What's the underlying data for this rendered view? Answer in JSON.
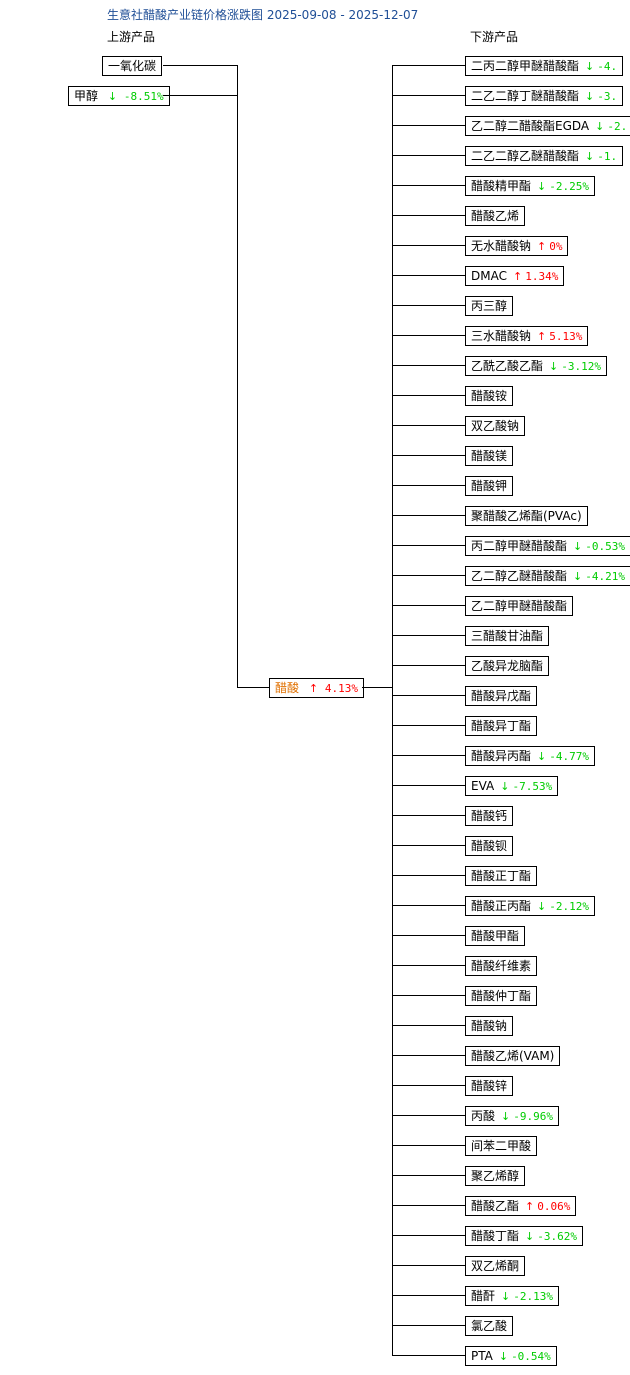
{
  "title": "生意社醋酸产业链价格涨跌图 2025-09-08 - 2025-12-07",
  "upstream_label": "上游产品",
  "downstream_label": "下游产品",
  "hub": {
    "name": "醋酸",
    "dir": "up",
    "change": "4.13%"
  },
  "upstream": [
    {
      "name": "一氧化碳",
      "dir": "",
      "change": ""
    },
    {
      "name": "甲醇",
      "dir": "down",
      "change": "-8.51%"
    }
  ],
  "downstream": [
    {
      "name": "二丙二醇甲醚醋酸酯",
      "dir": "down",
      "change": "-4."
    },
    {
      "name": "二乙二醇丁醚醋酸酯",
      "dir": "down",
      "change": "-3."
    },
    {
      "name": "乙二醇二醋酸酯EGDA",
      "dir": "down",
      "change": "-2."
    },
    {
      "name": "二乙二醇乙醚醋酸酯",
      "dir": "down",
      "change": "-1."
    },
    {
      "name": "醋酸精甲酯",
      "dir": "down",
      "change": "-2.25%"
    },
    {
      "name": "醋酸乙烯",
      "dir": "",
      "change": ""
    },
    {
      "name": "无水醋酸钠",
      "dir": "up",
      "change": "0%"
    },
    {
      "name": "DMAC",
      "dir": "up",
      "change": "1.34%"
    },
    {
      "name": "丙三醇",
      "dir": "",
      "change": ""
    },
    {
      "name": "三水醋酸钠",
      "dir": "up",
      "change": "5.13%"
    },
    {
      "name": "乙酰乙酸乙酯",
      "dir": "down",
      "change": "-3.12%"
    },
    {
      "name": "醋酸铵",
      "dir": "",
      "change": ""
    },
    {
      "name": "双乙酸钠",
      "dir": "",
      "change": ""
    },
    {
      "name": "醋酸镁",
      "dir": "",
      "change": ""
    },
    {
      "name": "醋酸钾",
      "dir": "",
      "change": ""
    },
    {
      "name": "聚醋酸乙烯酯(PVAc)",
      "dir": "",
      "change": ""
    },
    {
      "name": "丙二醇甲醚醋酸酯",
      "dir": "down",
      "change": "-0.53%"
    },
    {
      "name": "乙二醇乙醚醋酸酯",
      "dir": "down",
      "change": "-4.21%"
    },
    {
      "name": "乙二醇甲醚醋酸酯",
      "dir": "",
      "change": ""
    },
    {
      "name": "三醋酸甘油酯",
      "dir": "",
      "change": ""
    },
    {
      "name": "乙酸异龙脑酯",
      "dir": "",
      "change": ""
    },
    {
      "name": "醋酸异戊酯",
      "dir": "",
      "change": ""
    },
    {
      "name": "醋酸异丁酯",
      "dir": "",
      "change": ""
    },
    {
      "name": "醋酸异丙酯",
      "dir": "down",
      "change": "-4.77%"
    },
    {
      "name": "EVA",
      "dir": "down",
      "change": "-7.53%"
    },
    {
      "name": "醋酸钙",
      "dir": "",
      "change": ""
    },
    {
      "name": "醋酸钡",
      "dir": "",
      "change": ""
    },
    {
      "name": "醋酸正丁酯",
      "dir": "",
      "change": ""
    },
    {
      "name": "醋酸正丙酯",
      "dir": "down",
      "change": "-2.12%"
    },
    {
      "name": "醋酸甲酯",
      "dir": "",
      "change": ""
    },
    {
      "name": "醋酸纤维素",
      "dir": "",
      "change": ""
    },
    {
      "name": "醋酸仲丁酯",
      "dir": "",
      "change": ""
    },
    {
      "name": "醋酸钠",
      "dir": "",
      "change": ""
    },
    {
      "name": "醋酸乙烯(VAM)",
      "dir": "",
      "change": ""
    },
    {
      "name": "醋酸锌",
      "dir": "",
      "change": ""
    },
    {
      "name": "丙酸",
      "dir": "down",
      "change": "-9.96%"
    },
    {
      "name": "间苯二甲酸",
      "dir": "",
      "change": ""
    },
    {
      "name": "聚乙烯醇",
      "dir": "",
      "change": ""
    },
    {
      "name": "醋酸乙酯",
      "dir": "up",
      "change": "0.06%"
    },
    {
      "name": "醋酸丁酯",
      "dir": "down",
      "change": "-3.62%"
    },
    {
      "name": "双乙烯酮",
      "dir": "",
      "change": ""
    },
    {
      "name": "醋酐",
      "dir": "down",
      "change": "-2.13%"
    },
    {
      "name": "氯乙酸",
      "dir": "",
      "change": ""
    },
    {
      "name": "PTA",
      "dir": "down",
      "change": "-0.54%"
    }
  ]
}
